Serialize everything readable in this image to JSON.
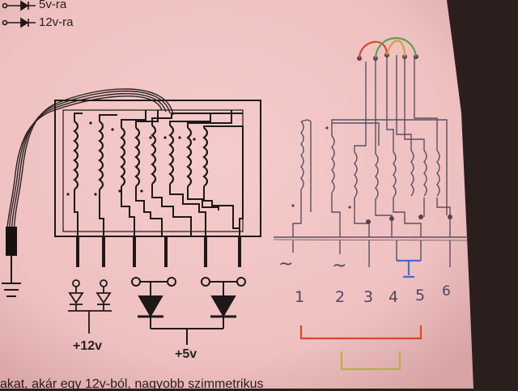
{
  "legend": {
    "items": [
      {
        "label": "5v-ra"
      },
      {
        "label": "12v-ra"
      }
    ]
  },
  "printed_diagram": {
    "rails": [
      {
        "label": "+12v"
      },
      {
        "label": "+5v"
      }
    ]
  },
  "handdrawn_diagram": {
    "ac_marks": [
      "~",
      "~"
    ],
    "terminals": [
      "1",
      "2",
      "3",
      "4",
      "5",
      "6"
    ]
  },
  "caption": {
    "text": "akat, akár egy 12v-ból, nagyobb szimmetrikus"
  },
  "colors": {
    "paper": "#f0c4c4",
    "ink": "#1e1818",
    "pencil": "#5a5060",
    "red_wire": "#d84a2a",
    "yellow_wire": "#c8a63a",
    "green_wire": "#5fa050",
    "blue_bridge": "#4a6ac8",
    "background": "#2a1f1d"
  }
}
